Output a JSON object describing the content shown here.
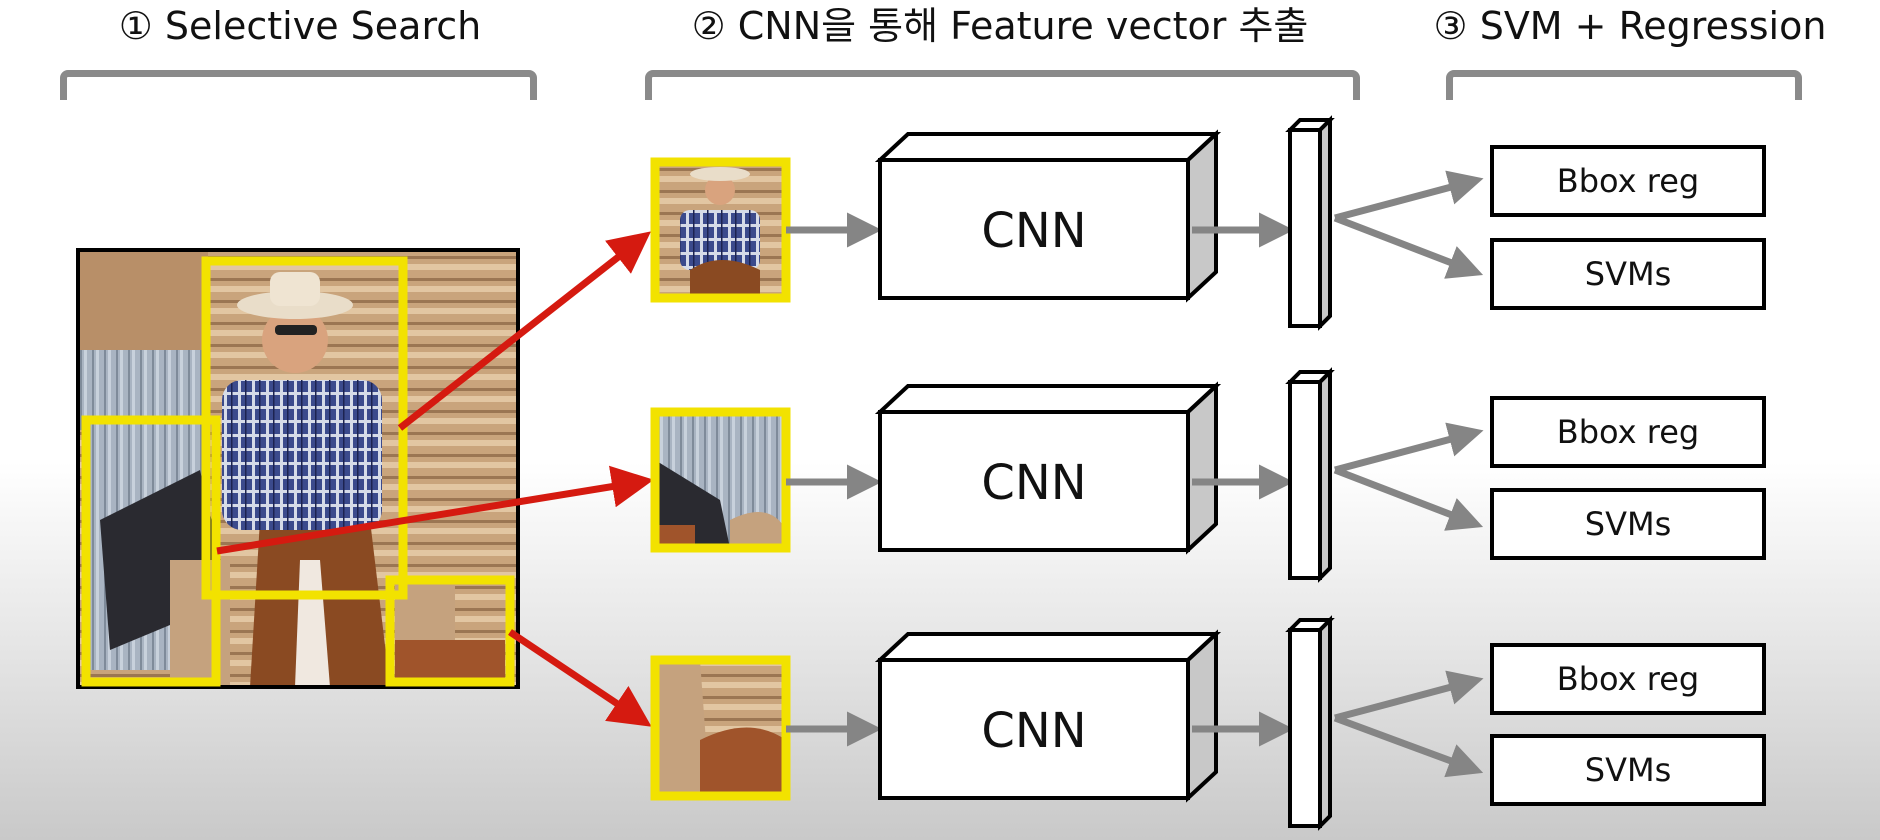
{
  "stages": [
    {
      "title": "① Selective Search"
    },
    {
      "title": "② CNN을 통해 Feature vector 추출"
    },
    {
      "title": "③ SVM + Regression"
    }
  ],
  "rows": [
    {
      "cnn_label": "CNN",
      "bbox_label": "Bbox reg",
      "svm_label": "SVMs"
    },
    {
      "cnn_label": "CNN",
      "bbox_label": "Bbox reg",
      "svm_label": "SVMs"
    },
    {
      "cnn_label": "CNN",
      "bbox_label": "Bbox reg",
      "svm_label": "SVMs"
    }
  ],
  "colors": {
    "region_box": "#f2e200",
    "proposal_arrow": "#d51a10",
    "flow_arrow": "#858585",
    "bracket": "#8a8a8a"
  }
}
